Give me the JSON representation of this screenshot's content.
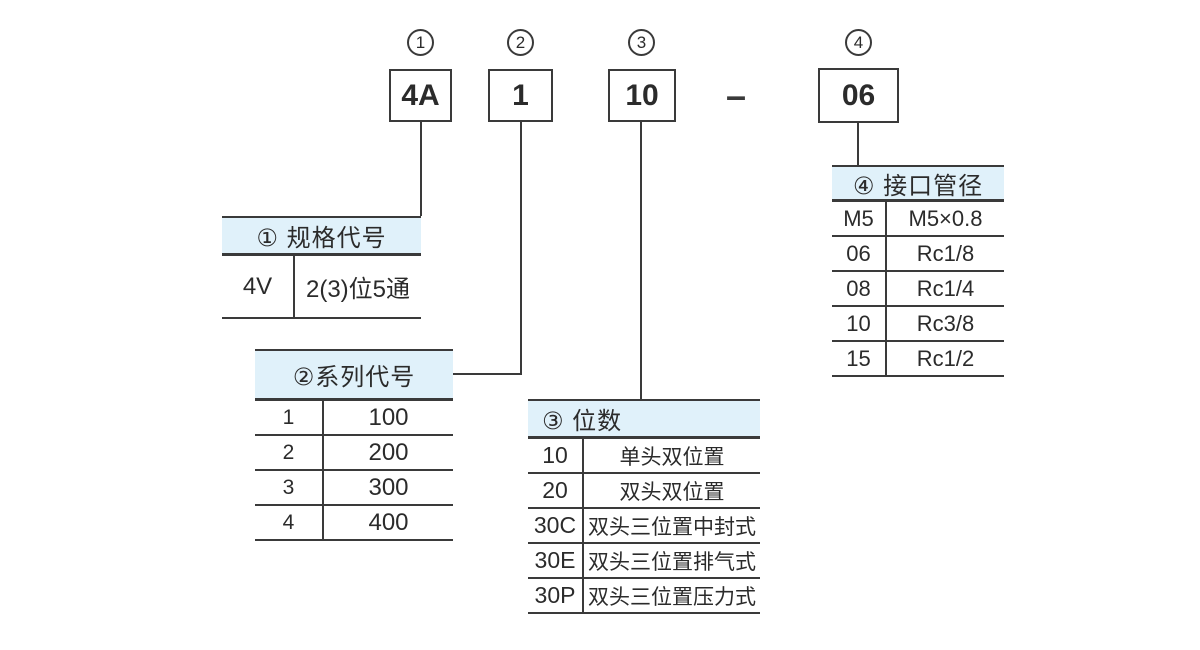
{
  "model_code": {
    "separator": "–",
    "parts": [
      {
        "index": "1",
        "code": "4A"
      },
      {
        "index": "2",
        "code": "1"
      },
      {
        "index": "3",
        "code": "10"
      },
      {
        "index": "4",
        "code": "06"
      }
    ]
  },
  "tables": [
    {
      "title": "① 规格代号",
      "rows": [
        {
          "code": "4V",
          "desc": "2(3)位5通"
        }
      ]
    },
    {
      "title": "②系列代号",
      "rows": [
        {
          "code": "1",
          "desc": "100"
        },
        {
          "code": "2",
          "desc": "200"
        },
        {
          "code": "3",
          "desc": "300"
        },
        {
          "code": "4",
          "desc": "400"
        }
      ]
    },
    {
      "title": "③ 位数",
      "rows": [
        {
          "code": "10",
          "desc": "单头双位置"
        },
        {
          "code": "20",
          "desc": "双头双位置"
        },
        {
          "code": "30C",
          "desc": "双头三位置中封式"
        },
        {
          "code": "30E",
          "desc": "双头三位置排气式"
        },
        {
          "code": "30P",
          "desc": "双头三位置压力式"
        }
      ]
    },
    {
      "title": "④ 接口管径",
      "rows": [
        {
          "code": "M5",
          "desc": "M5×0.8"
        },
        {
          "code": "06",
          "desc": "Rc1/8"
        },
        {
          "code": "08",
          "desc": "Rc1/4"
        },
        {
          "code": "10",
          "desc": "Rc3/8"
        },
        {
          "code": "15",
          "desc": "Rc1/2"
        }
      ]
    }
  ],
  "colors": {
    "header_bg": "#e0f1fa",
    "line": "#3a3a3a",
    "text": "#2b2b2b",
    "background": "#ffffff"
  }
}
